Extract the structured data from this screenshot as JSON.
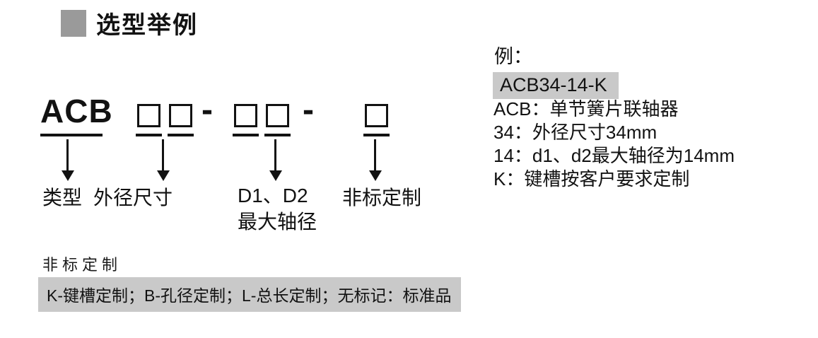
{
  "page": {
    "title": "选型举例"
  },
  "diagram": {
    "prefix": "ACB",
    "separator": "-",
    "labels": {
      "type": "类型",
      "outer_diameter": "外径尺寸",
      "shaft_line1": "D1、D2",
      "shaft_line2": "最大轴径",
      "custom": "非标定制"
    }
  },
  "example": {
    "heading": "例：",
    "code": "ACB34-14-K",
    "lines": [
      "ACB：单节簧片联轴器",
      "34：外径尺寸34mm",
      "14：d1、d2最大轴径为14mm",
      "K：键槽按客户要求定制"
    ]
  },
  "footnote": {
    "label": "非标定制",
    "text": "K-键槽定制；B-孔径定制；L-总长定制；无标记：标准品"
  },
  "colors": {
    "title_square": "#9a9a9a",
    "highlight": "#c9c9c9",
    "text": "#121212"
  }
}
